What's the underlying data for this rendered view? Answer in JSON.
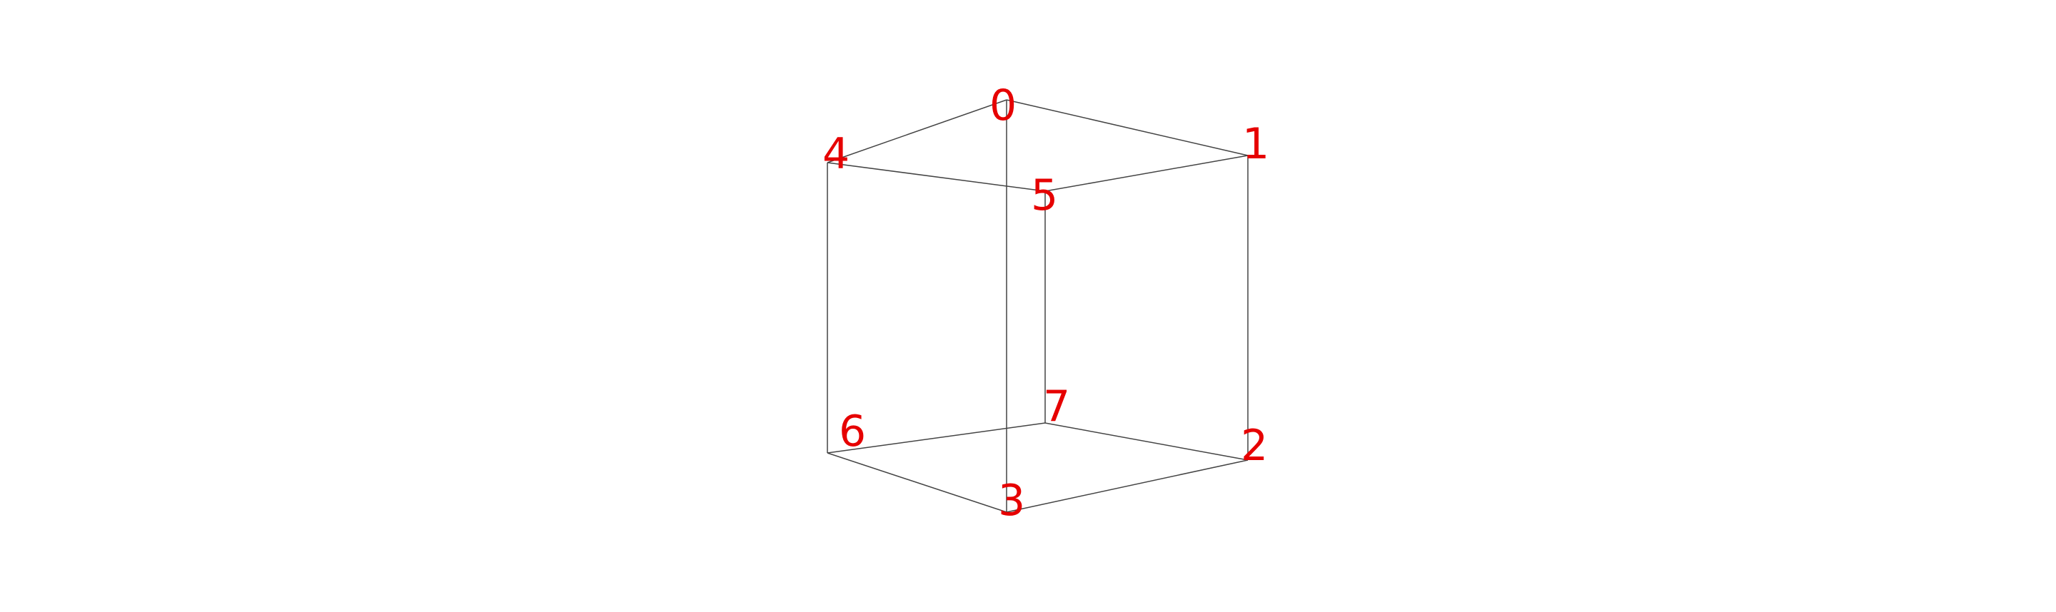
{
  "diagram": {
    "type": "wireframe-cube",
    "edge_color": "#444444",
    "label_color": "#e60000",
    "background": "#ffffff",
    "vertices": [
      {
        "id": 0,
        "label": "0"
      },
      {
        "id": 1,
        "label": "1"
      },
      {
        "id": 2,
        "label": "2"
      },
      {
        "id": 3,
        "label": "3"
      },
      {
        "id": 4,
        "label": "4"
      },
      {
        "id": 5,
        "label": "5"
      },
      {
        "id": 6,
        "label": "6"
      },
      {
        "id": 7,
        "label": "7"
      }
    ],
    "edges": [
      [
        0,
        1
      ],
      [
        1,
        2
      ],
      [
        2,
        3
      ],
      [
        3,
        0
      ],
      [
        4,
        5
      ],
      [
        5,
        7
      ],
      [
        7,
        6
      ],
      [
        6,
        4
      ],
      [
        0,
        4
      ],
      [
        1,
        5
      ],
      [
        2,
        7
      ],
      [
        3,
        6
      ]
    ]
  }
}
